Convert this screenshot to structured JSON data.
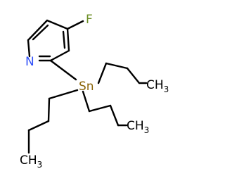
{
  "molecule": {
    "atoms": {
      "nitrogen": {
        "symbol": "N",
        "color": "#3050F8"
      },
      "fluorine": {
        "symbol": "F",
        "color": "#6B8E23"
      },
      "tin": {
        "symbol": "Sn",
        "color": "#8B6508"
      },
      "terminal_methyl_1": {
        "symbol": "CH",
        "subscript": "3",
        "color": "#000000"
      },
      "terminal_methyl_2": {
        "symbol": "CH",
        "subscript": "3",
        "color": "#000000"
      },
      "terminal_methyl_3": {
        "symbol": "CH",
        "subscript": "3",
        "color": "#000000"
      }
    }
  }
}
